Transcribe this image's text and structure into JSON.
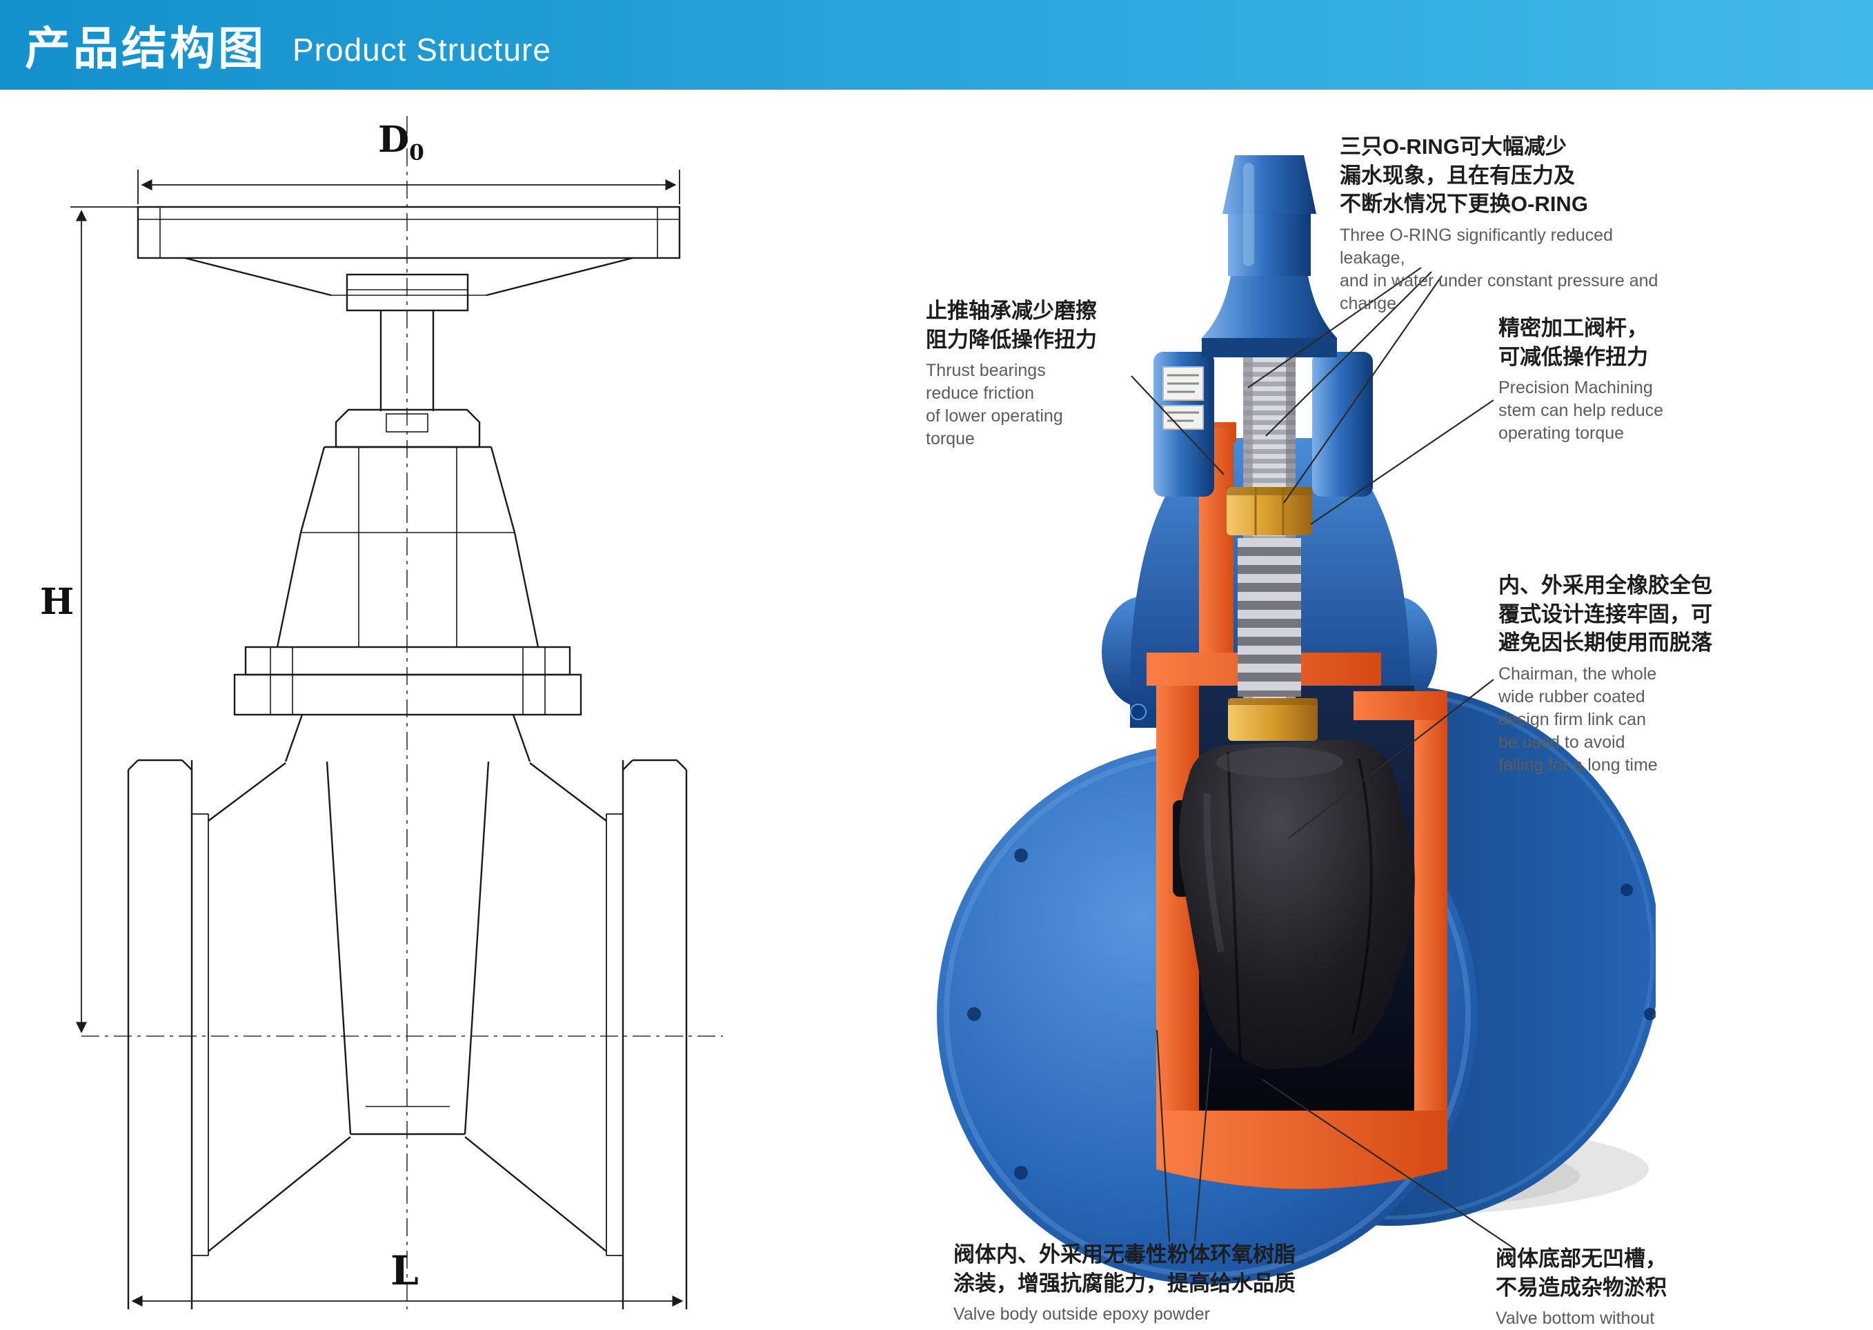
{
  "header": {
    "title_zh": "产品结构图",
    "title_en": "Product Structure"
  },
  "drawing": {
    "dim_d": "D",
    "dim_d_sub": "0",
    "dim_h": "H",
    "dim_l": "L"
  },
  "annotations": {
    "oring": {
      "zh": "三只O-RING可大幅减少\n漏水现象，且在有压力及\n不断水情况下更换O-RING",
      "en": "Three O-RING significantly reduced leakage,\nand in water under constant pressure and change"
    },
    "thrust": {
      "zh": "止推轴承减少磨擦\n阻力降低操作扭力",
      "en": "Thrust bearings\nreduce friction\nof lower operating\ntorque"
    },
    "stem": {
      "zh": "精密加工阀杆，\n可减低操作扭力",
      "en": "Precision Machining\nstem can help reduce\noperating torque"
    },
    "rubber": {
      "zh": "内、外采用全橡胶全包\n覆式设计连接牢固，可\n避免因长期使用而脱落",
      "en": "Chairman, the whole\nwide rubber coated\ndesign firm link can\nbe used to avoid\nfalling for a long time"
    },
    "epoxy": {
      "zh": "阀体内、外采用无毒性粉体环氧树脂\n涂装，增强抗腐能力，提高给水品质",
      "en": "Valve body outside epoxy powder"
    },
    "bottom": {
      "zh": "阀体底部无凹槽，\n不易造成杂物淤积",
      "en": "Valve bottom without"
    }
  },
  "colors": {
    "banner_start": "#1391cd",
    "banner_end": "#41b8e8",
    "valve_blue": "#1d5fae",
    "valve_blue_dark": "#0f3a7c",
    "cut_orange": "#e85a22",
    "wedge_black": "#141418",
    "line_color": "#1a1a1a"
  }
}
